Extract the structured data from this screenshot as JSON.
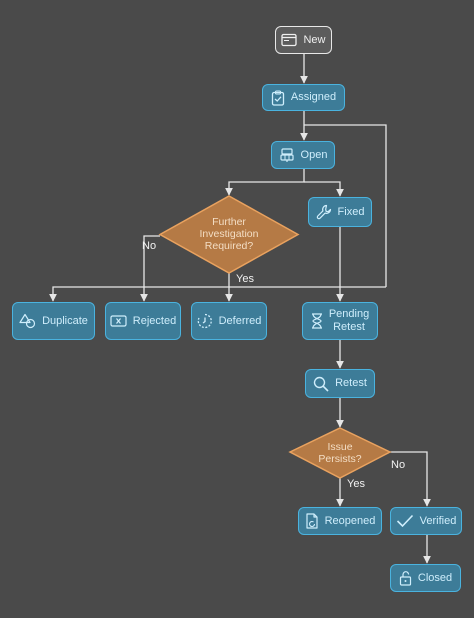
{
  "nodes": {
    "new": "New",
    "assigned": "Assigned",
    "open": "Open",
    "fixed": "Fixed",
    "duplicate": "Duplicate",
    "rejected": "Rejected",
    "deferred": "Deferred",
    "pending_retest_line1": "Pending",
    "pending_retest_line2": "Retest",
    "retest": "Retest",
    "reopened": "Reopened",
    "verified": "Verified",
    "closed": "Closed"
  },
  "decisions": {
    "investigation_line1": "Further",
    "investigation_line2": "Investigation",
    "investigation_line3": "Required?",
    "persists_line1": "Issue",
    "persists_line2": "Persists?"
  },
  "edge_labels": {
    "investigation_no": "No",
    "investigation_yes": "Yes",
    "persists_yes": "Yes",
    "persists_no": "No"
  },
  "colors": {
    "background": "#4a4a4a",
    "node_fill": "#3d7c98",
    "node_border": "#4ab3df",
    "decision_fill": "#b57a45",
    "decision_border": "#e9a25f",
    "connector": "#e6e6e6"
  },
  "icons": {
    "new": "window-icon",
    "assigned": "clipboard-check-icon",
    "open": "bug-icon",
    "fixed": "wrench-icon",
    "duplicate": "shapes-icon",
    "rejected": "rejected-icon",
    "deferred": "deferred-clock-icon",
    "pending_retest": "hourglass-icon",
    "retest": "magnifier-icon",
    "reopened": "reopen-document-icon",
    "verified": "checkmark-icon",
    "closed": "unlock-icon"
  }
}
